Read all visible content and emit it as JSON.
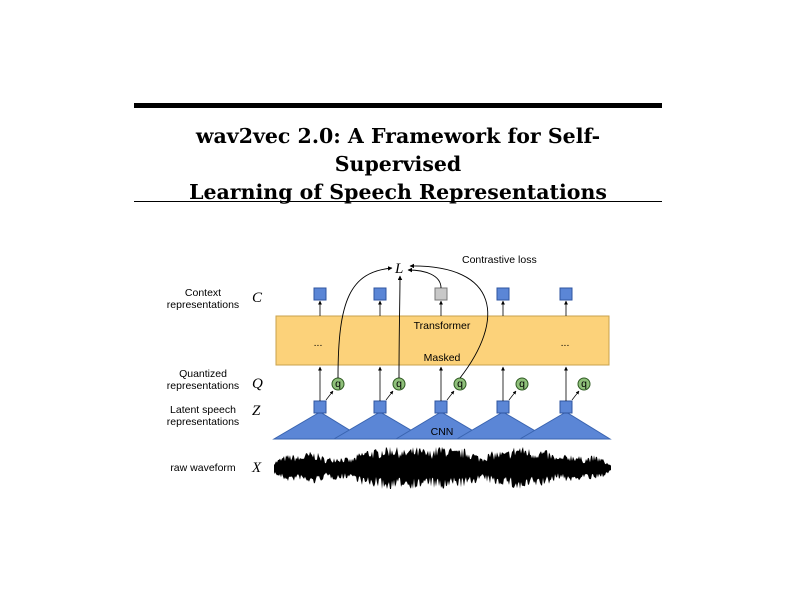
{
  "paper": {
    "title_line1": "wav2vec 2.0: A Framework for Self-Supervised",
    "title_line2": "Learning of Speech Representations"
  },
  "figure": {
    "row_labels": {
      "context_line1": "Context",
      "context_line2": "representations",
      "quantized_line1": "Quantized",
      "quantized_line2": "representations",
      "latent_line1": "Latent speech",
      "latent_line2": "representations",
      "raw": "raw waveform"
    },
    "symbols": {
      "context": "C",
      "quantized": "Q",
      "latent": "Z",
      "raw": "X",
      "loss": "L"
    },
    "transformer_label": "Transformer",
    "masked_label": "Masked",
    "ellipsis_left": "...",
    "ellipsis_right": "...",
    "cnn_label": "CNN",
    "quantizer_label": "q",
    "contrastive_loss_label": "Contrastive loss",
    "colors": {
      "square_blue": "#5b86d6",
      "masked_gray": "#c8c8c8",
      "transformer_fill": "#fcd27a",
      "cnn_blue": "#5b86d6",
      "q_green": "#8fc07a"
    }
  }
}
